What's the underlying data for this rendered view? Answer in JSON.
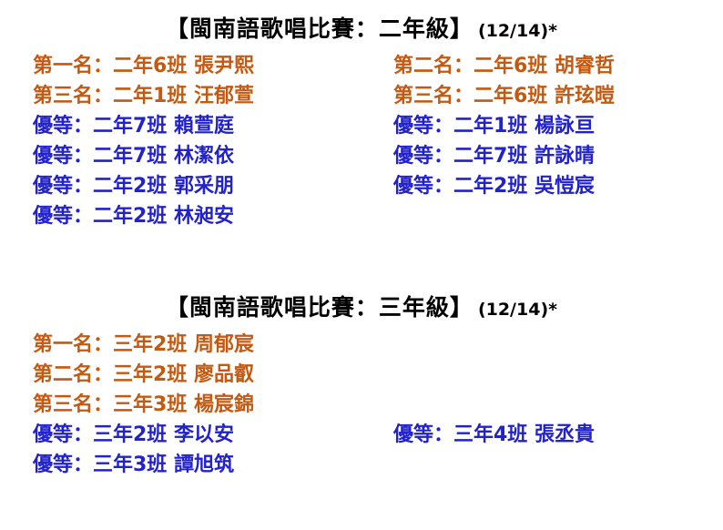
{
  "colors": {
    "title": "#000000",
    "winner": "#C45911",
    "honor": "#2222CC"
  },
  "sections": [
    {
      "title": "【閩南語歌唱比賽：二年級】",
      "suffix": "(12/14)*",
      "rows": [
        {
          "left": "第一名：二年6班 張尹熙",
          "right": "第二名：二年6班 胡睿哲"
        },
        {
          "left": "第三名：二年1班 汪郁萱",
          "right": "第三名：二年6班 許玹暟"
        },
        {
          "left": "優等：二年7班 賴萱庭",
          "right": "優等：二年1班 楊詠亘"
        },
        {
          "left": "優等：二年7班 林潔依",
          "right": "優等：二年7班 許詠晴"
        },
        {
          "left": "優等：二年2班 郭采朋",
          "right": "優等：二年2班 吳愷宸"
        },
        {
          "left": "優等：二年2班 林昶安",
          "right": ""
        }
      ]
    },
    {
      "title": "【閩南語歌唱比賽：三年級】",
      "suffix": "(12/14)*",
      "rows": [
        {
          "left": "第一名：三年2班 周郁宸",
          "right": ""
        },
        {
          "left": "第二名：三年2班 廖品叡",
          "right": ""
        },
        {
          "left": "第三名：三年3班 楊宸錦",
          "right": ""
        },
        {
          "left": "優等：三年2班 李以安",
          "right": "優等：三年4班 張丞貴"
        },
        {
          "left": "優等：三年3班 譚旭筑",
          "right": ""
        }
      ]
    }
  ]
}
